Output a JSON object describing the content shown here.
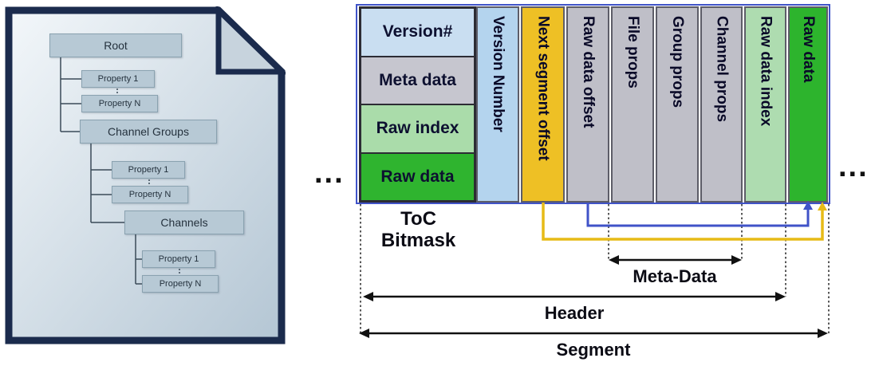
{
  "figure": {
    "left_ellipsis": "...",
    "right_ellipsis": "..."
  },
  "document_tree": {
    "nodes": [
      {
        "label": "Root"
      },
      {
        "label": "Property 1"
      },
      {
        "label": "Property N"
      },
      {
        "label": "Channel Groups"
      },
      {
        "label": "Property 1"
      },
      {
        "label": "Property N"
      },
      {
        "label": "Channels"
      },
      {
        "label": "Property 1"
      },
      {
        "label": "Property N"
      }
    ]
  },
  "toc_legend": {
    "caption": "ToC\nBitmask",
    "items": [
      {
        "label": "Version#",
        "color": "#c9def1"
      },
      {
        "label": "Meta data",
        "color": "#c6c6cf"
      },
      {
        "label": "Raw index",
        "color": "#aadcaa"
      },
      {
        "label": "Raw data",
        "color": "#2fb42f"
      }
    ]
  },
  "segment_columns": [
    {
      "label": "Version Number",
      "color": "#b4d4ee"
    },
    {
      "label": "Next segment offset",
      "color": "#eec025"
    },
    {
      "label": "Raw data offset",
      "color": "#bfbfc8"
    },
    {
      "label": "File props",
      "color": "#bfbfc8"
    },
    {
      "label": "Group props",
      "color": "#bfbfc8"
    },
    {
      "label": "Channel props",
      "color": "#bfbfc8"
    },
    {
      "label": "Raw data index",
      "color": "#aedcb0"
    },
    {
      "label": "Raw data",
      "color": "#2db42d"
    }
  ],
  "spans": {
    "meta_data": "Meta-Data",
    "header": "Header",
    "segment": "Segment"
  },
  "accent_colors": {
    "pointer_blue": "#4053c8",
    "pointer_yellow": "#e7bb17",
    "segment_outline_blue": "#4053c8",
    "document_border_navy": "#1b2b4d"
  }
}
